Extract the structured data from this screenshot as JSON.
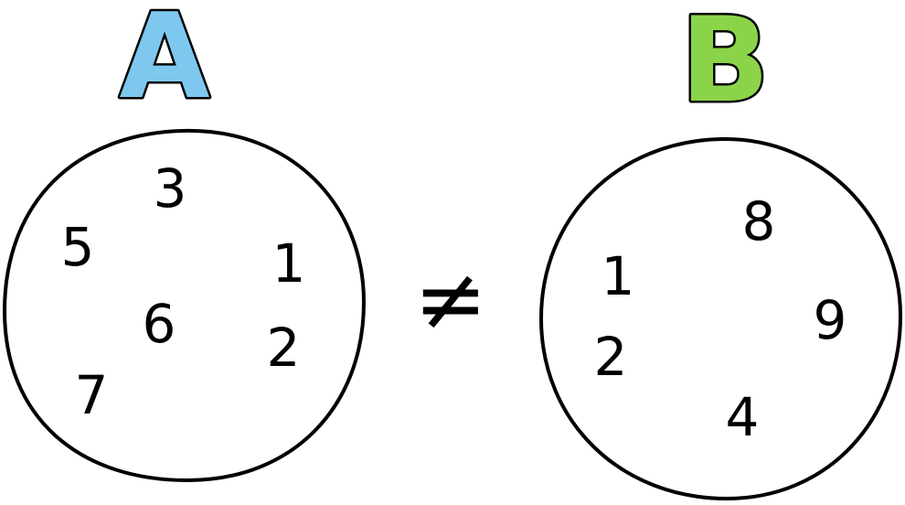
{
  "sets": [
    {
      "label": "A",
      "color": "#7ec8f0",
      "elements": [
        "3",
        "5",
        "1",
        "6",
        "2",
        "7"
      ]
    },
    {
      "label": "B",
      "color": "#8bd44a",
      "elements": [
        "8",
        "1",
        "9",
        "2",
        "4"
      ]
    }
  ],
  "relation_symbol": "≠"
}
